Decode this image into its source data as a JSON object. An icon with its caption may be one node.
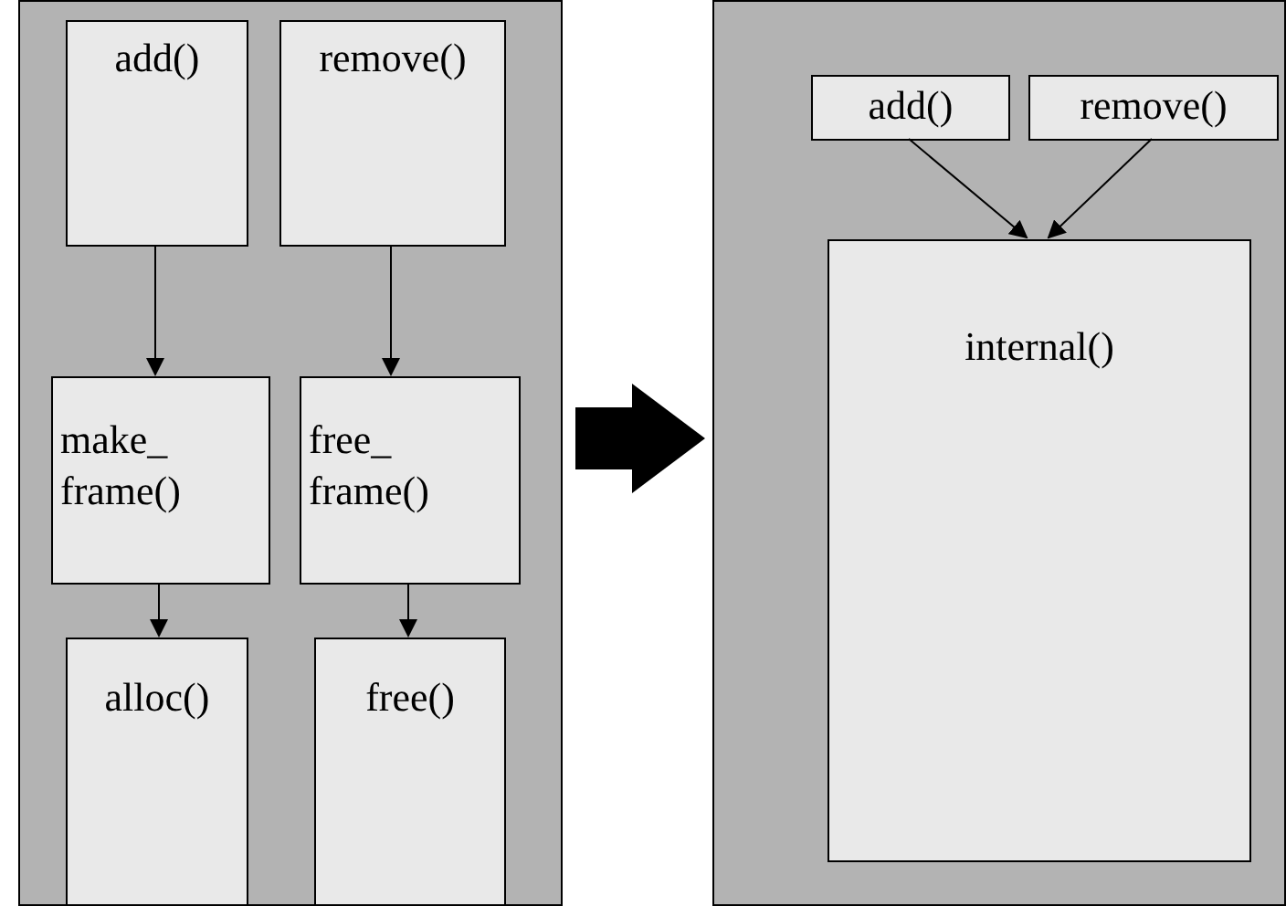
{
  "diagram": {
    "nodes": [
      {
        "text": [],
        "shape": "box"
      },
      {
        "text": [
          "add()"
        ],
        "in": 0
      },
      {
        "text": [
          "remove()"
        ],
        "in": 0
      },
      {
        "text": [
          "make_ frame()"
        ],
        "in": 0
      },
      {
        "text": [
          "free_ frame()"
        ],
        "in": 0
      },
      {
        "text": [
          "alloc()"
        ],
        "in": 0
      },
      {
        "text": [
          "free()"
        ],
        "in": 0
      },
      {
        "text": [],
        "shape": "box"
      },
      {
        "text": [
          "add()"
        ],
        "in": 7
      },
      {
        "text": [
          "remove()"
        ],
        "in": 7
      },
      {
        "text": [
          "internal()"
        ],
        "in": 7
      }
    ],
    "edges": [
      {
        "from": 1,
        "to": 3,
        "arrow": "to"
      },
      {
        "from": 2,
        "to": 4,
        "arrow": "to"
      },
      {
        "from": 3,
        "to": 5,
        "arrow": "to"
      },
      {
        "from": 4,
        "to": 6,
        "arrow": "to"
      },
      {
        "from": 8,
        "to": 10,
        "arrow": "to"
      },
      {
        "from": 9,
        "to": 10,
        "arrow": "to"
      },
      {
        "from": 0,
        "to": 7,
        "arrow": "to",
        "style": "thick"
      }
    ]
  }
}
